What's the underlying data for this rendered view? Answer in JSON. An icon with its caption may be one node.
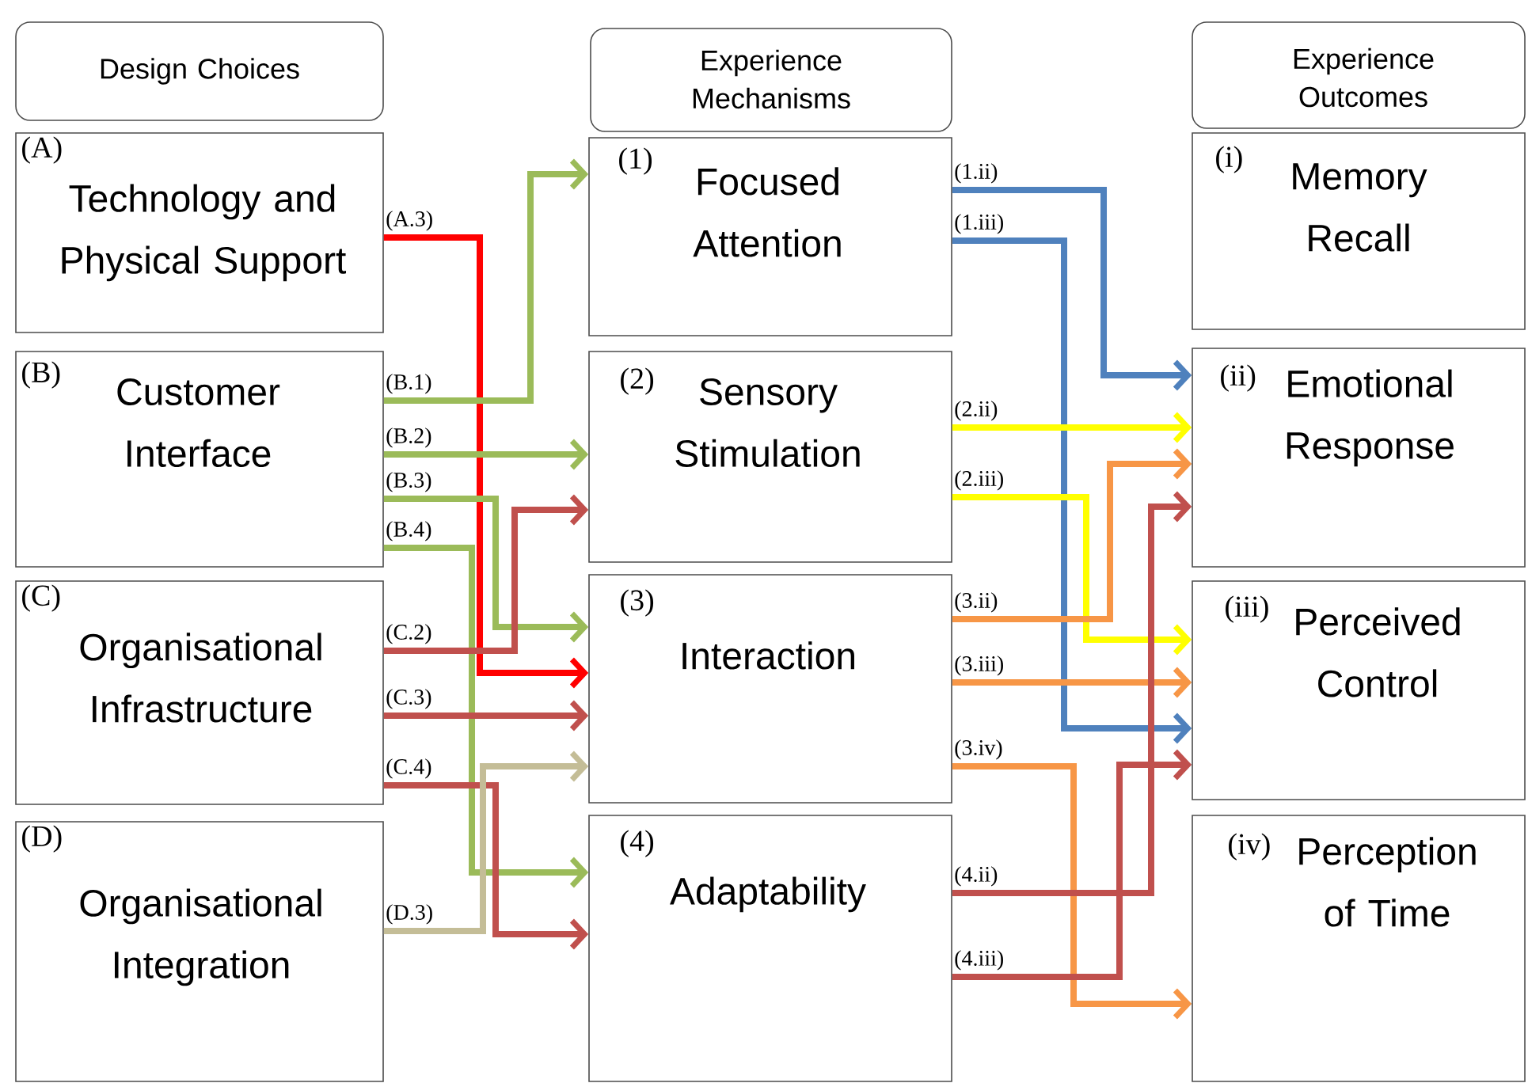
{
  "diagram": {
    "nodes": [
      {
        "text": [
          "Design Choices"
        ]
      },
      {
        "text": [
          "Experience Mechanisms"
        ]
      },
      {
        "text": [
          "Experience Outcomes"
        ]
      },
      {
        "text": [
          "(A)",
          "Technology and Physical Support"
        ]
      },
      {
        "text": [
          "(B)",
          "Customer Interface"
        ]
      },
      {
        "text": [
          "(C)",
          "Organisational Infrastructure"
        ]
      },
      {
        "text": [
          "(D)",
          "Organisational Integration"
        ]
      },
      {
        "text": [
          "(1)",
          "Focused Attention"
        ]
      },
      {
        "text": [
          "(2)",
          "Sensory Stimulation"
        ]
      },
      {
        "text": [
          "(3)",
          "Interaction"
        ]
      },
      {
        "text": [
          "(4)",
          "Adaptability"
        ]
      },
      {
        "text": [
          "(i)",
          "Memory Recall"
        ]
      },
      {
        "text": [
          "(ii)",
          "Emotional Response"
        ]
      },
      {
        "text": [
          "(iii)",
          "Perceived Control"
        ]
      },
      {
        "text": [
          "(iv)",
          "Perception of Time"
        ]
      }
    ],
    "edges": [
      {
        "from": 3,
        "to": 9,
        "arrow": "to",
        "label": "(A.3)",
        "color": "#ff0000"
      },
      {
        "from": 4,
        "to": 7,
        "arrow": "to",
        "label": "(B.1)",
        "color": "#9bbb59"
      },
      {
        "from": 4,
        "to": 8,
        "arrow": "to",
        "label": "(B.2)",
        "color": "#9bbb59"
      },
      {
        "from": 4,
        "to": 9,
        "arrow": "to",
        "label": "(B.3)",
        "color": "#9bbb59"
      },
      {
        "from": 4,
        "to": 10,
        "arrow": "to",
        "label": "(B.4)",
        "color": "#9bbb59"
      },
      {
        "from": 5,
        "to": 8,
        "arrow": "to",
        "label": "(C.2)",
        "color": "#c0504d"
      },
      {
        "from": 5,
        "to": 9,
        "arrow": "to",
        "label": "(C.3)",
        "color": "#c0504d"
      },
      {
        "from": 5,
        "to": 10,
        "arrow": "to",
        "label": "(C.4)",
        "color": "#c0504d"
      },
      {
        "from": 6,
        "to": 9,
        "arrow": "to",
        "label": "(D.3)",
        "color": "#c4bd97"
      },
      {
        "from": 7,
        "to": 12,
        "arrow": "to",
        "label": "(1.ii)",
        "color": "#4f81bd"
      },
      {
        "from": 7,
        "to": 13,
        "arrow": "to",
        "label": "(1.iii)",
        "color": "#4f81bd"
      },
      {
        "from": 8,
        "to": 12,
        "arrow": "to",
        "label": "(2.ii)",
        "color": "#ffff00"
      },
      {
        "from": 8,
        "to": 13,
        "arrow": "to",
        "label": "(2.iii)",
        "color": "#ffff00"
      },
      {
        "from": 9,
        "to": 12,
        "arrow": "to",
        "label": "(3.ii)",
        "color": "#f79646"
      },
      {
        "from": 9,
        "to": 13,
        "arrow": "to",
        "label": "(3.iii)",
        "color": "#f79646"
      },
      {
        "from": 9,
        "to": 14,
        "arrow": "to",
        "label": "(3.iv)",
        "color": "#f79646"
      },
      {
        "from": 10,
        "to": 12,
        "arrow": "to",
        "label": "(4.ii)",
        "color": "#c0504d"
      },
      {
        "from": 10,
        "to": 13,
        "arrow": "to",
        "label": "(4.iii)",
        "color": "#c0504d"
      }
    ]
  }
}
